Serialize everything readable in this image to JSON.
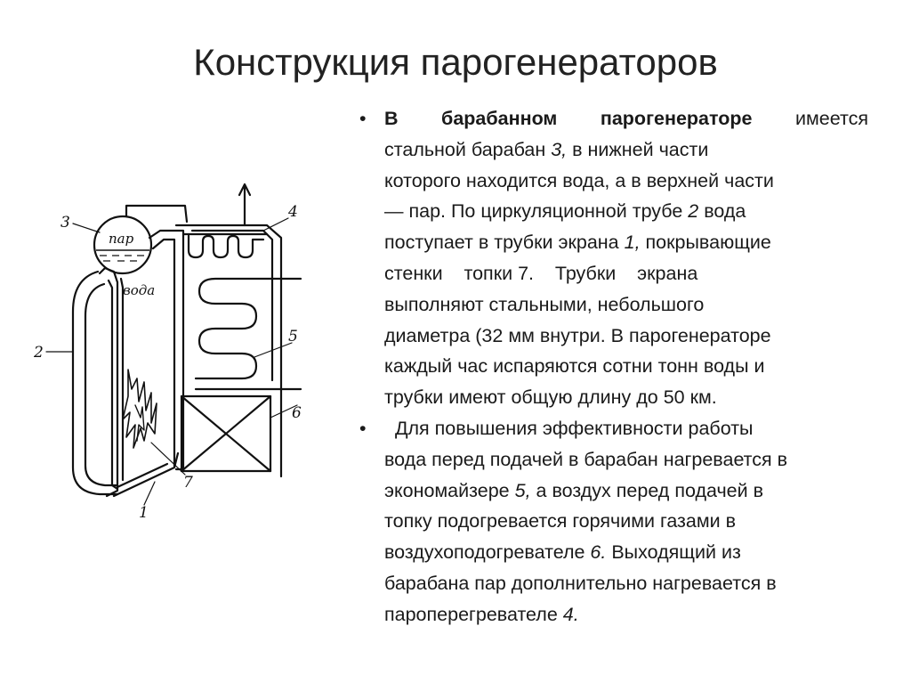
{
  "title": "Конструкция парогенераторов",
  "diagram": {
    "labels": {
      "n1": "1",
      "n2": "2",
      "n3": "3",
      "n4": "4",
      "n5": "5",
      "n6": "6",
      "n7": "7",
      "steam": "пар",
      "water": "вода"
    }
  },
  "bullets": {
    "marker": "•",
    "p1": {
      "bold": "В барабанном парогенераторе",
      "t1": " имеется",
      "line2a": "стальной барабан ",
      "it3": "3,",
      "line2b": " в нижней   части",
      "line3": "которого находится вода, а в верхней части",
      "line4a": "— пар. По циркуляционной трубе ",
      "it2": "2",
      "line4b": " вода",
      "line5a": "поступает в трубки экрана ",
      "it1": "1,",
      "line5b": " покрывающие",
      "line6": "стенки    топки 7.    Трубки    экрана",
      "line7": "выполняют стальными, небольшого",
      "line8": "диаметра (32 мм внутри. В парогенераторе",
      "line9": "каждый час испаряются сотни тонн воды и",
      "line10": "трубки имеют общую длину до 50 км."
    },
    "p2": {
      "line1": "  Для повышения эффективности работы",
      "line2": "вода перед подачей в барабан нагревается в",
      "line3a": "экономайзере ",
      "it5": "5,",
      "line3b": " а воздух перед подачей в",
      "line4": "топку подогревается горячими газами в",
      "line5a": "воздухоподогревателе ",
      "it6": "6.",
      "line5b": " Выходящий из",
      "line6": "барабана пар дополнительно нагревается в",
      "line7a": "пароперегревателе ",
      "it4": "4."
    }
  }
}
